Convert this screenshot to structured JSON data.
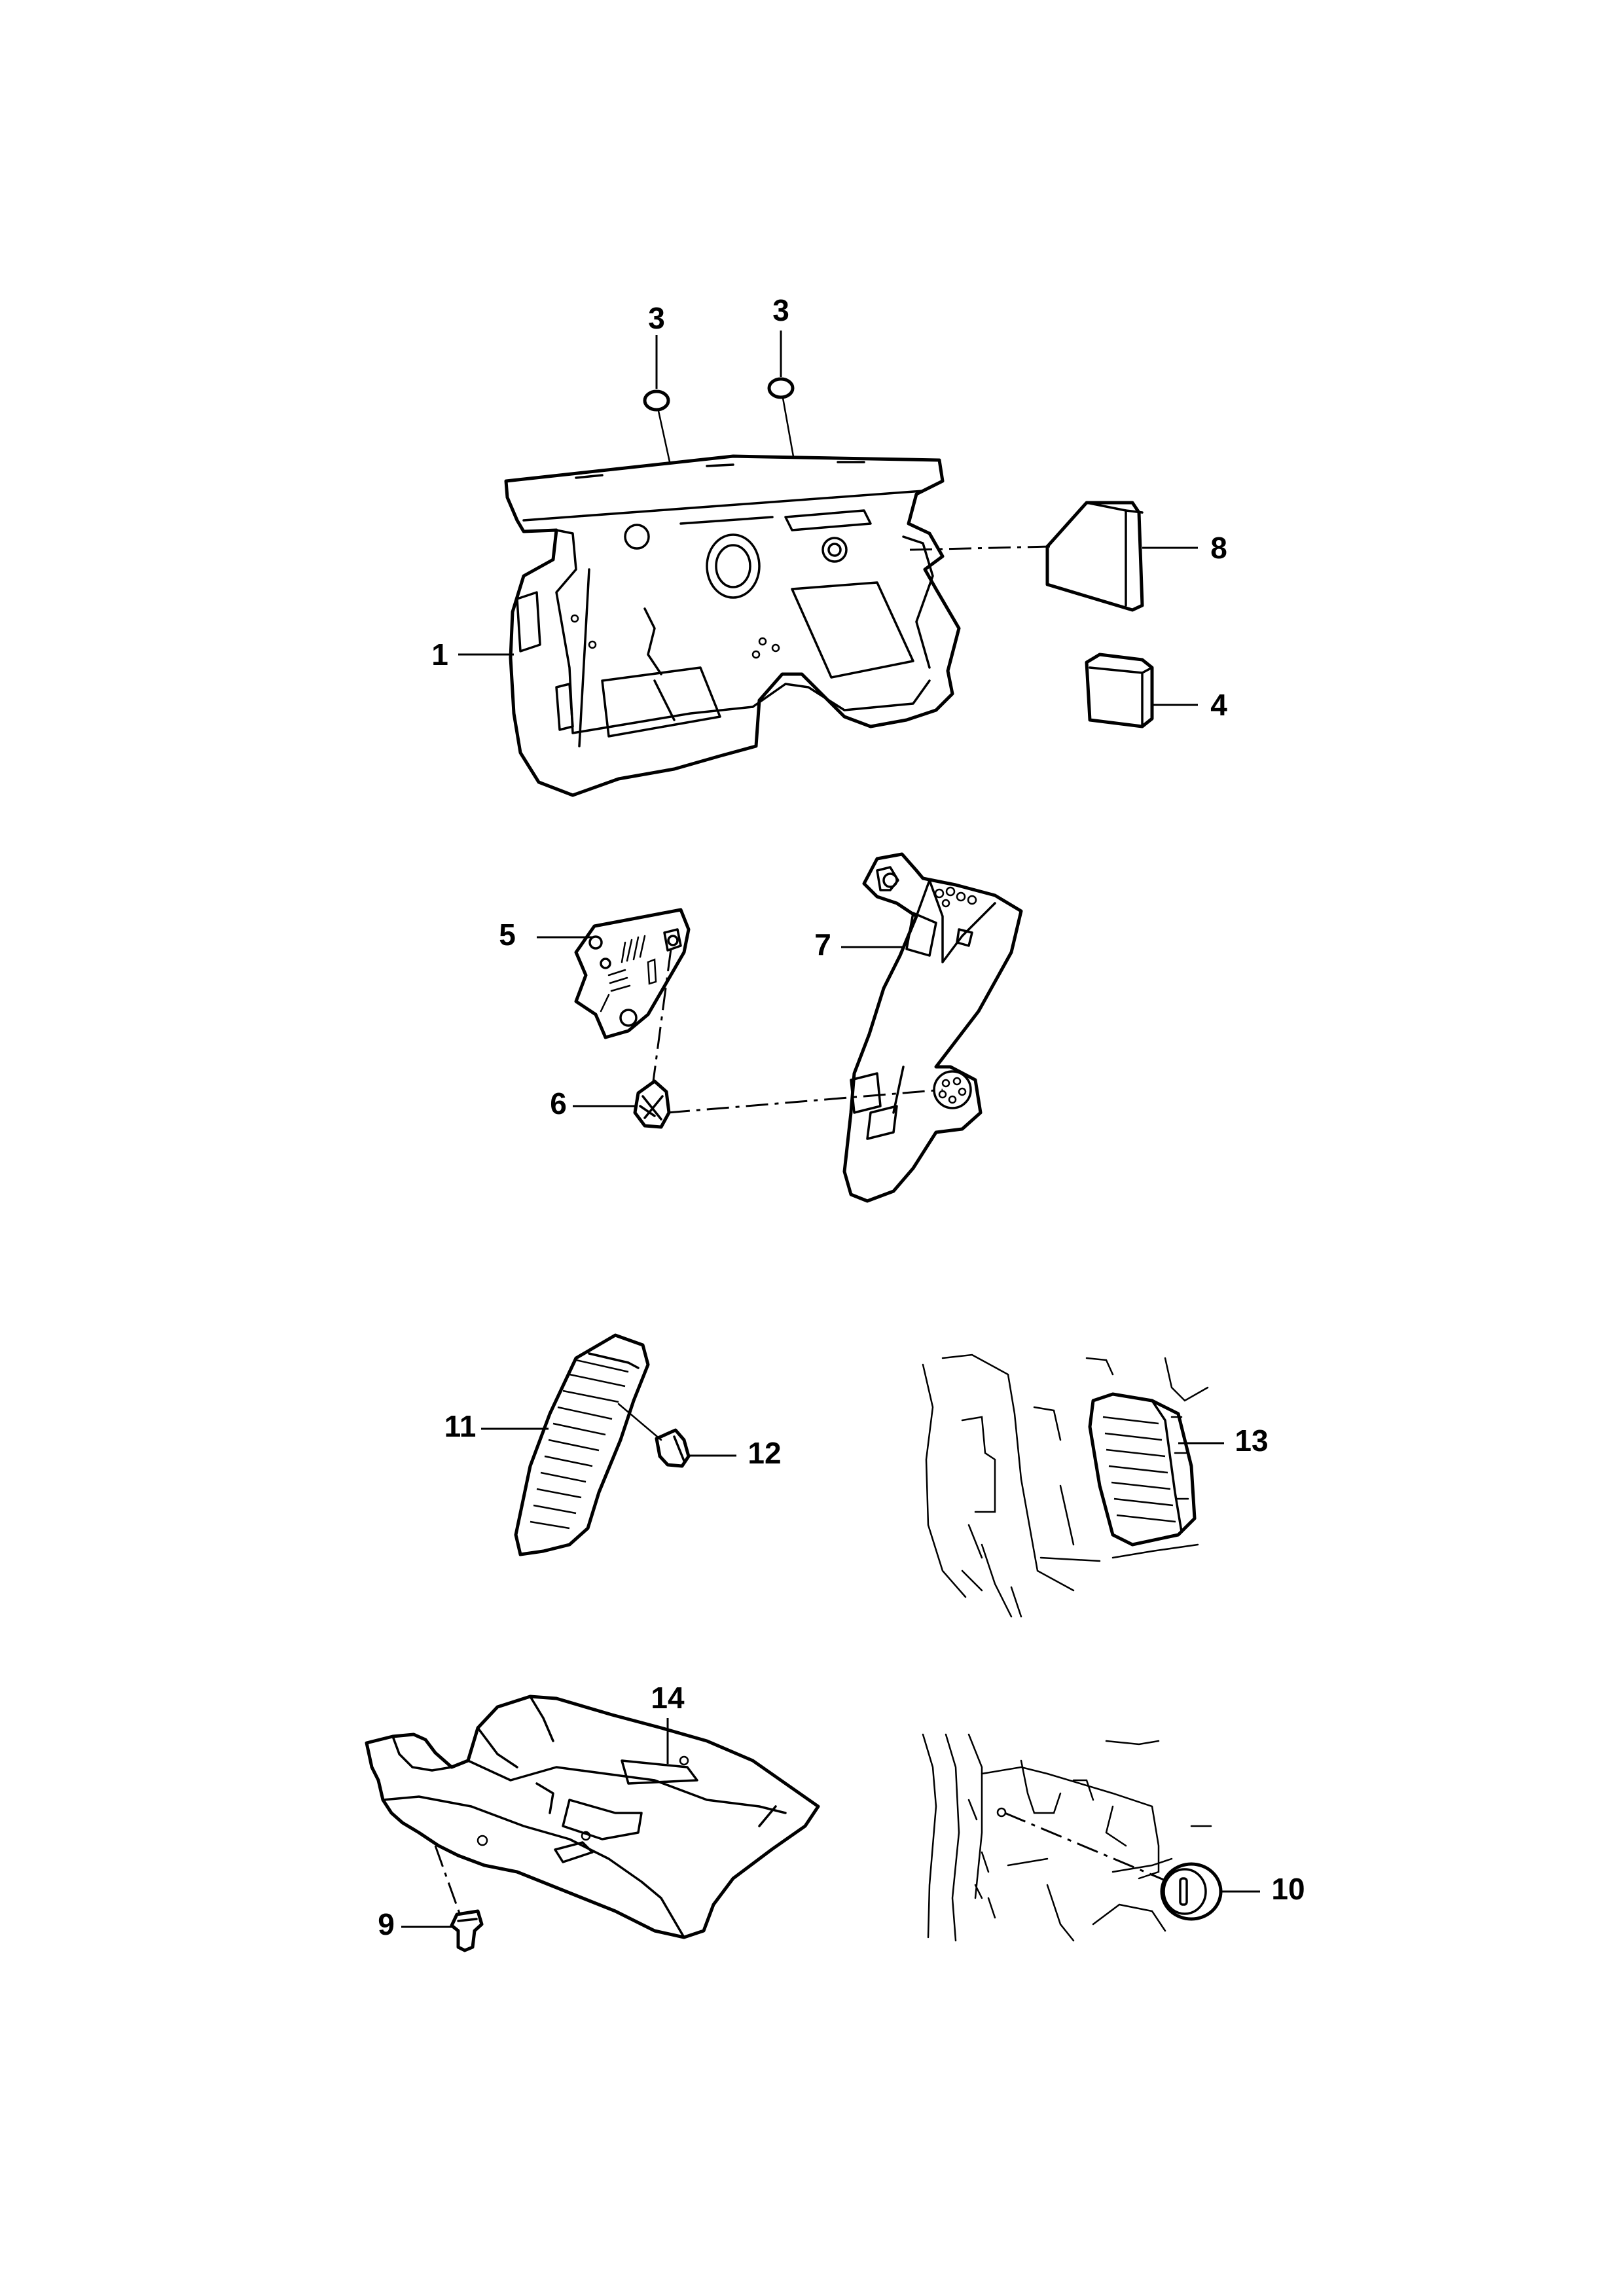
{
  "callouts": {
    "c1": "1",
    "c3a": "3",
    "c3b": "3",
    "c4": "4",
    "c5": "5",
    "c6": "6",
    "c7": "7",
    "c8": "8",
    "c9": "9",
    "c10": "10",
    "c11": "11",
    "c12": "12",
    "c13": "13",
    "c14": "14"
  },
  "colors": {
    "line": "#000000",
    "background": "#ffffff"
  }
}
